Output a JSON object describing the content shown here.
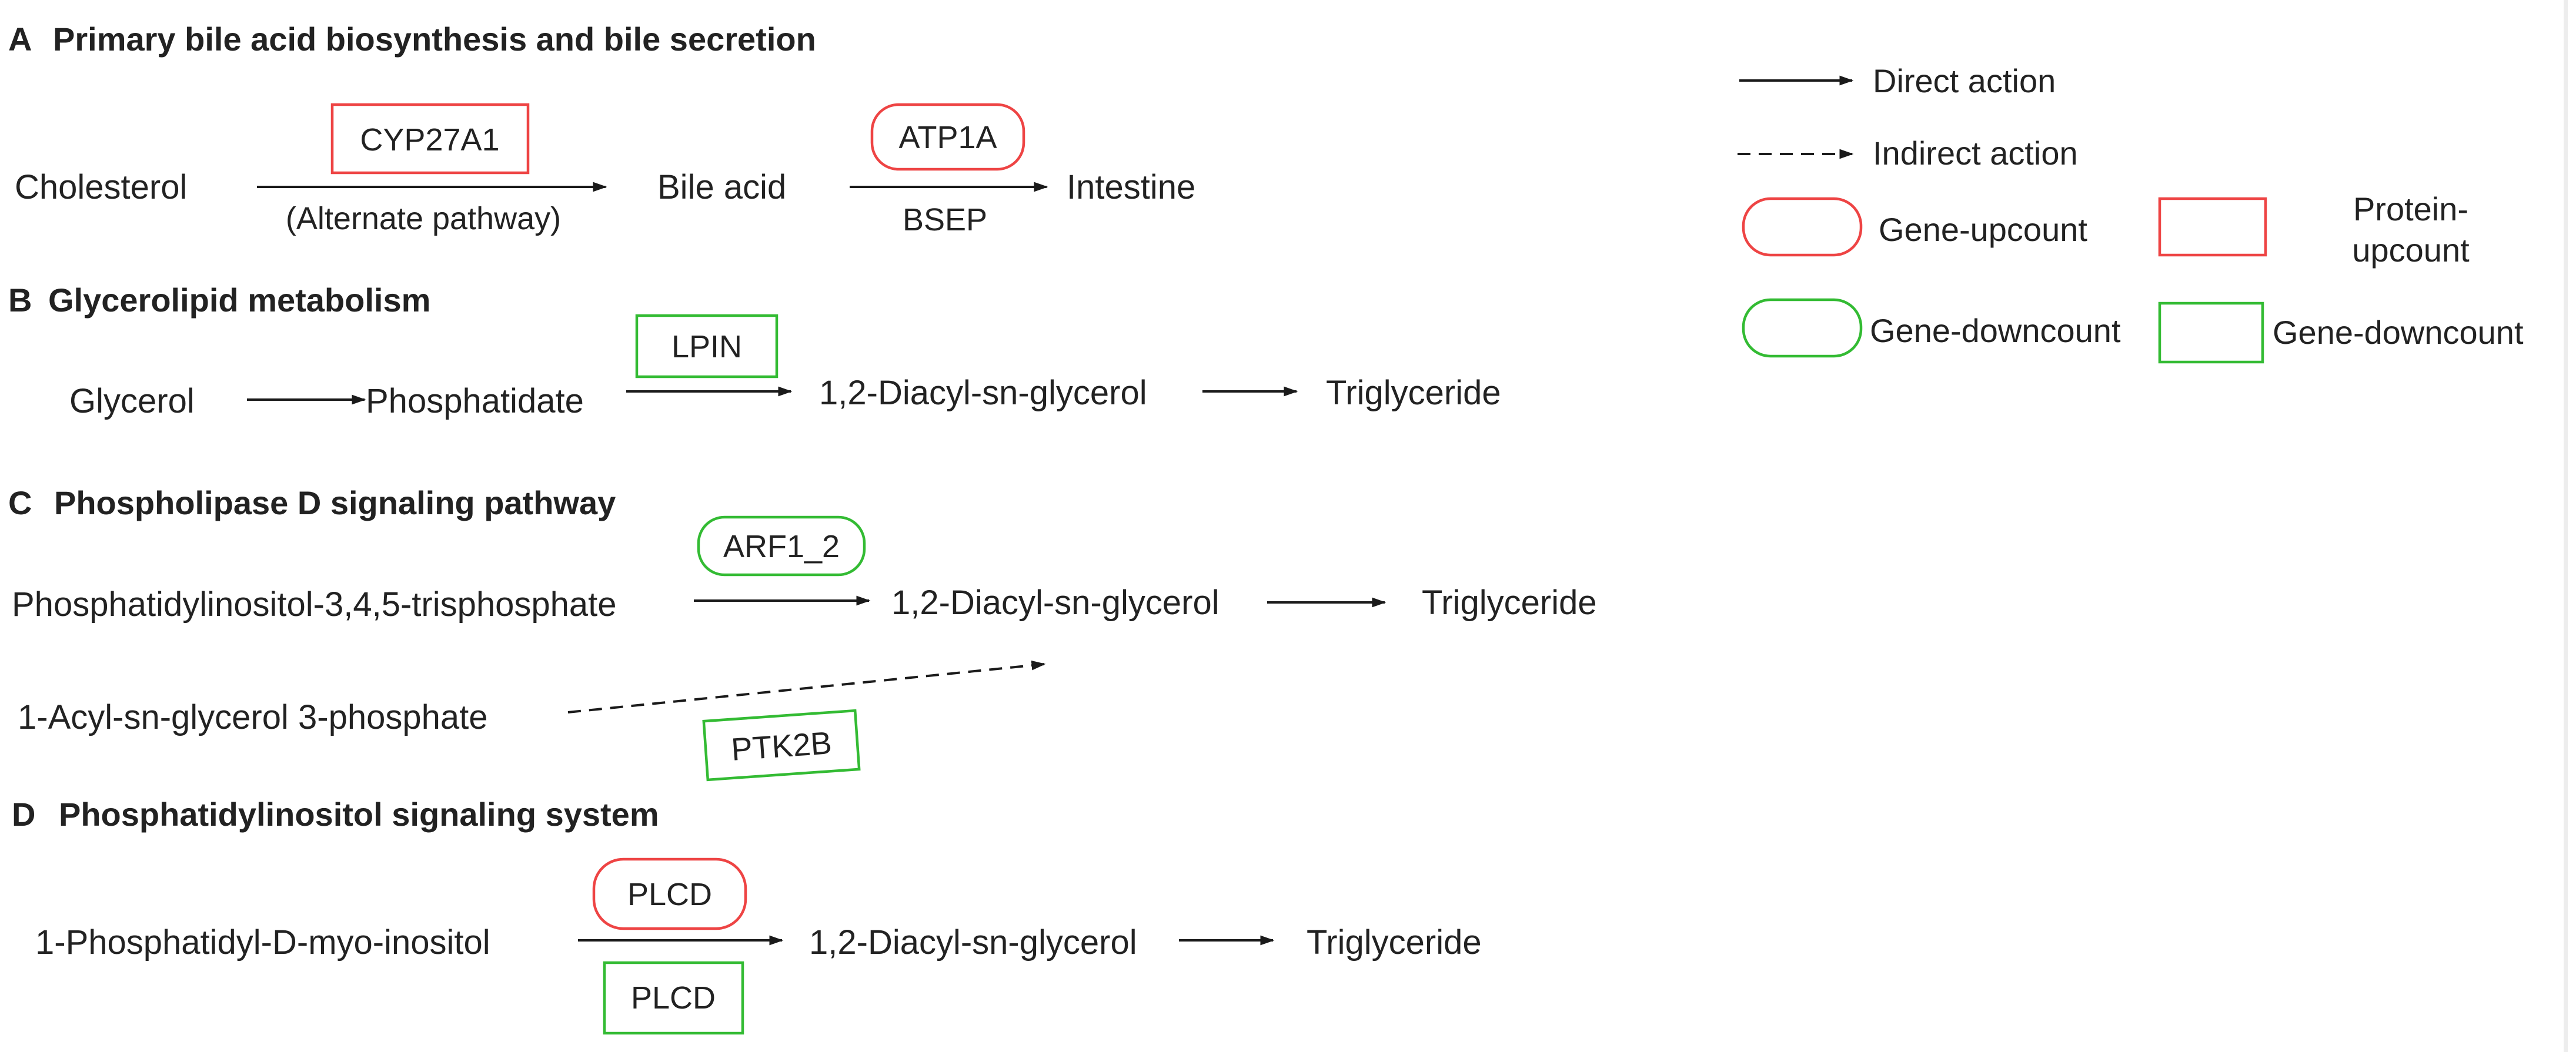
{
  "sections": {
    "A": {
      "letter": "A",
      "title": "Primary bile acid biosynthesis and bile secretion",
      "nodes": {
        "cholesterol": "Cholesterol",
        "bile_acid": "Bile acid",
        "intestine": "Intestine"
      },
      "edge_labels": {
        "alternate": "(Alternate pathway)",
        "bsep": "BSEP"
      },
      "genes": {
        "cyp27a1": "CYP27A1",
        "atp1a": "ATP1A"
      }
    },
    "B": {
      "letter": "B",
      "title": "Glycerolipid metabolism",
      "nodes": {
        "glycerol": "Glycerol",
        "phosphatidate": "Phosphatidate",
        "dag": "1,2-Diacyl-sn-glycerol",
        "tg": "Triglyceride"
      },
      "genes": {
        "lpin": "LPIN"
      }
    },
    "C": {
      "letter": "C",
      "title": "Phospholipase D signaling pathway",
      "nodes": {
        "pip3": "Phosphatidylinositol-3,4,5-trisphosphate",
        "dag": "1,2-Diacyl-sn-glycerol",
        "tg": "Triglyceride",
        "lpa": "1-Acyl-sn-glycerol 3-phosphate"
      },
      "genes": {
        "arf1": "ARF1_2",
        "ptk2b": "PTK2B"
      }
    },
    "D": {
      "letter": "D",
      "title": "Phosphatidylinositol signaling system",
      "nodes": {
        "pi": "1-Phosphatidyl-D-myo-inositol",
        "dag": "1,2-Diacyl-sn-glycerol",
        "tg": "Triglyceride"
      },
      "genes": {
        "plcd_gene": "PLCD",
        "plcd_protein": "PLCD"
      }
    }
  },
  "legend": {
    "direct": "Direct action",
    "indirect": "Indirect action",
    "gene_up": "Gene-upcount",
    "protein_up_line1": "Protein-",
    "protein_up_line2": "upcount",
    "gene_down": "Gene-downcount",
    "protein_down": "Gene-downcount"
  },
  "colors": {
    "up": "#ee4444",
    "down": "#33bb33",
    "arrow": "#1a1a1a"
  }
}
